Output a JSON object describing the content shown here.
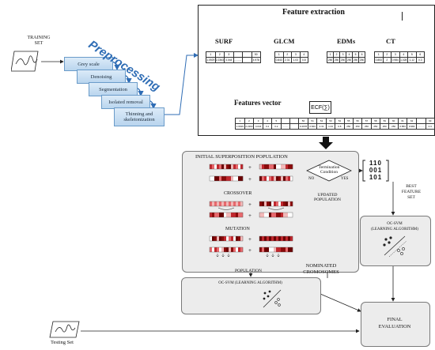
{
  "training": {
    "label_line1": "TRAINING",
    "label_line2": "SET"
  },
  "testing": {
    "label": "Testing Set"
  },
  "preprocessing": {
    "title": "Preprocessing",
    "steps": [
      "Grey scale",
      "Denoising",
      "Segmentation",
      "Isolated removal",
      "Thinning and skeletonization"
    ]
  },
  "feature_extraction": {
    "title": "Feature extraction",
    "features": [
      {
        "name": "SURF",
        "head": [
          "1",
          "2",
          "3",
          "",
          "",
          "50"
        ],
        "vals": [
          "1.0929",
          "2.2363",
          "4.044",
          "..........",
          "",
          "4.978"
        ]
      },
      {
        "name": "GLCM",
        "head": [
          "1",
          "2",
          "3",
          "4"
        ],
        "vals": [
          "0.843",
          "2.31",
          "1.03",
          "0.8"
        ]
      },
      {
        "name": "EDMs",
        "head": [
          "1",
          "2",
          "3",
          "4",
          "5",
          "6"
        ],
        "vals": [
          "250",
          "250",
          "250",
          "250",
          "250",
          "250"
        ]
      },
      {
        "name": "CT",
        "head": [
          "1",
          "2",
          "3",
          "4",
          "5",
          "6"
        ],
        "vals": [
          "0.853",
          "2",
          "0.984",
          "1.028",
          "1.12",
          "0.3"
        ]
      }
    ],
    "ecf_label": "ECF(∑)",
    "vector_label": "Features vector",
    "vector_head": [
      "1",
      "2",
      "3",
      "4",
      "5",
      "",
      "",
      "50",
      "51",
      "52",
      "53",
      "54",
      "55",
      "56",
      "57",
      "58",
      "59",
      "60",
      "61",
      "62",
      "",
      "93"
    ],
    "vector_vals": [
      "1.0929",
      "2.2363",
      "4.044",
      "0.4",
      "0.2",
      "..........",
      "",
      "0.4978",
      "0.843",
      "2.31",
      "1.03",
      "0.8",
      "250",
      "250",
      "250",
      "250",
      "250",
      "250",
      "0.853",
      "0.984",
      "..........",
      "0.3"
    ]
  },
  "ga": {
    "init_label": "INITIAL SUPERPOSITION POPULATION",
    "crossover_label": "CROSSOVER",
    "mutation_label": "MUTATION",
    "population_label": "POPULATION",
    "termination_line1": "Termination",
    "termination_line2": "Condition",
    "no_label": "NO",
    "yes_label": "YES",
    "updated_line1": "UPDATED",
    "updated_line2": "POPULATION",
    "nominated_line1": "NOMINATED",
    "nominated_line2": "CROMOSOMES",
    "plus": "+"
  },
  "best": {
    "bits_line1": "110",
    "bits_line2": "001",
    "bits_line3": "101",
    "label_line1": "BEST",
    "label_line2": "FEATURE",
    "label_line3": "SET"
  },
  "ocsvm": {
    "label_line1": "OC-SVM",
    "label_line2": "(LEARNING ALGORITHM)",
    "bottom_label": "OC-SVM (LEARNING ALGORITHM)"
  },
  "final": {
    "line1": "FINAL",
    "line2": "EVALUATION"
  },
  "colors": {
    "panel_bg": "#ececec",
    "pre_blue": "#b9d5ee",
    "connector_blue": "#2f6db5",
    "chromosome_dark": "#8b0a0a",
    "chromosome_mid": "#c1272d",
    "chromosome_light": "#f2b8b8"
  }
}
